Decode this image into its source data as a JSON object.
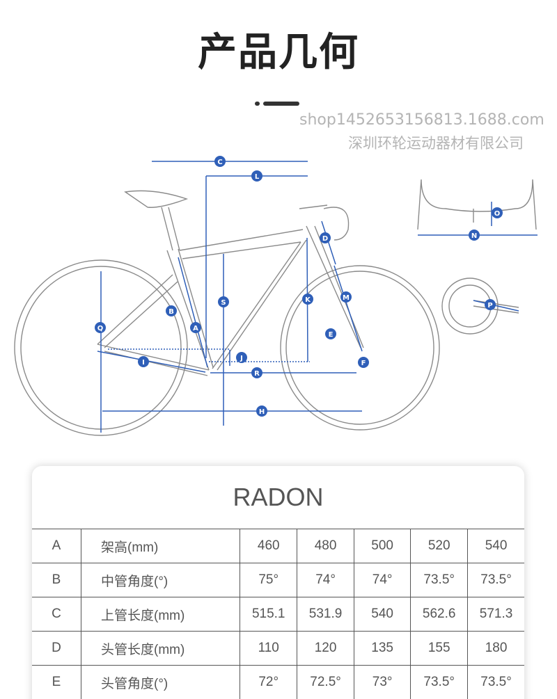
{
  "page_title": "产品几何",
  "colors": {
    "accent": "#2f5fb8",
    "frame": "#8a8a8a",
    "text": "#555555"
  },
  "diagram": {
    "labels": {
      "C": "C",
      "L": "L",
      "D": "D",
      "K": "K",
      "M": "M",
      "S": "S",
      "B": "B",
      "A": "A",
      "Q": "Q",
      "E": "E",
      "J": "J",
      "I": "I",
      "F": "F",
      "R": "R",
      "H": "H",
      "O": "O",
      "N": "N",
      "P": "P"
    }
  },
  "table": {
    "title": "RADON",
    "rows": [
      {
        "code": "A",
        "name": "架高(mm)",
        "values": [
          "460",
          "480",
          "500",
          "520",
          "540"
        ]
      },
      {
        "code": "B",
        "name": "中管角度(°)",
        "values": [
          "75°",
          "74°",
          "74°",
          "73.5°",
          "73.5°"
        ]
      },
      {
        "code": "C",
        "name": "上管长度(mm)",
        "values": [
          "515.1",
          "531.9",
          "540",
          "562.6",
          "571.3"
        ]
      },
      {
        "code": "D",
        "name": "头管长度(mm)",
        "values": [
          "110",
          "120",
          "135",
          "155",
          "180"
        ]
      },
      {
        "code": "E",
        "name": "头管角度(°)",
        "values": [
          "72°",
          "72.5°",
          "73°",
          "73.5°",
          "73.5°"
        ]
      }
    ]
  },
  "watermark": {
    "company": "深圳环轮运动器材有限公司",
    "shop": "shop1452653156813.1688.com"
  }
}
